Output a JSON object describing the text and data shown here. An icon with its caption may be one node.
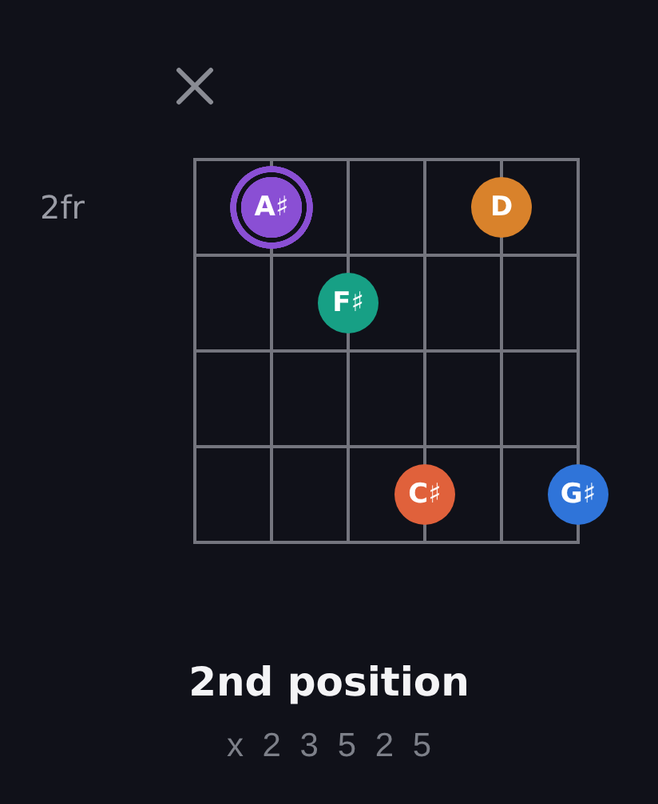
{
  "diagram": {
    "title": "2nd position",
    "caption": "x 2 3 5 2 5",
    "nodes": [
      {
        "text": [
          "A♯"
        ]
      },
      {
        "text": [
          "D"
        ]
      },
      {
        "text": [
          "F♯"
        ]
      },
      {
        "text": [
          "C♯"
        ]
      },
      {
        "text": [
          "G♯"
        ]
      }
    ],
    "labels": [
      "2fr"
    ]
  }
}
